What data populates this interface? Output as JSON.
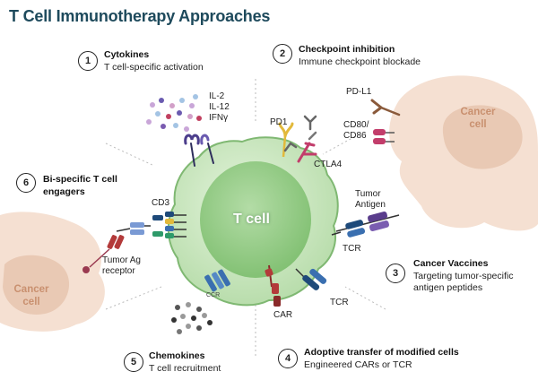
{
  "title": "T Cell Immunotherapy Approaches",
  "sections": [
    {
      "num": "1",
      "heading": "Cytokines",
      "sub": "T cell-specific activation"
    },
    {
      "num": "2",
      "heading": "Checkpoint inhibition",
      "sub": "Immune checkpoint blockade"
    },
    {
      "num": "3",
      "heading": "Cancer Vaccines",
      "sub": "Targeting tumor-specific",
      "sub2": "antigen peptides"
    },
    {
      "num": "4",
      "heading": "Adoptive transfer of modified cells",
      "sub": "Engineered CARs or TCR"
    },
    {
      "num": "5",
      "heading": "Chemokines",
      "sub": "T cell recruitment"
    },
    {
      "num": "6",
      "heading": "Bi-specific T cell",
      "heading2": "engagers"
    }
  ],
  "labels": {
    "il2": "IL-2",
    "il12": "IL-12",
    "ifng": "IFNγ",
    "pd1": "PD1",
    "ctla4": "CTLA4",
    "pdl1": "PD-L1",
    "cd80": "CD80/",
    "cd86": "CD86",
    "tumor_antigen_1": "Tumor",
    "tumor_antigen_2": "Antigen",
    "tcr_top": "TCR",
    "tcr_bottom": "TCR",
    "car": "CAR",
    "cd3": "CD3",
    "tumor_ag_1": "Tumor Ag",
    "tumor_ag_2": "receptor",
    "ccr": "CCR"
  },
  "cells": {
    "tcell": "T cell",
    "cancer_right_1": "Cancer",
    "cancer_right_2": "cell",
    "cancer_left_1": "Cancer",
    "cancer_left_2": "cell"
  },
  "colors": {
    "title": "#1e4a5c",
    "tcell_body": "#c8e6c0",
    "tcell_outline": "#7fb872",
    "cancer": "#f5e0d2",
    "cancer_label": "#c9906f",
    "receptor_blue": "#3a6fb0",
    "receptor_purple": "#5a3d8c",
    "receptor_red": "#b33a3a",
    "receptor_yellow": "#e2b93b",
    "receptor_pink": "#c23d6b",
    "receptor_brown": "#8a5a3b"
  }
}
